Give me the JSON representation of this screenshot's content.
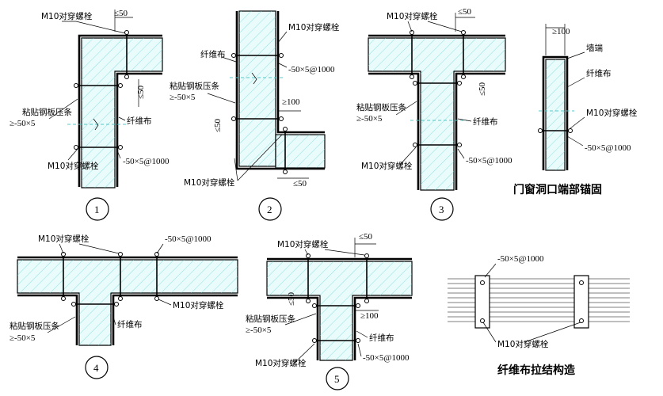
{
  "labels": {
    "m10_bolt": "M10对穿螺栓",
    "fiber_cloth": "纤维布",
    "steel_strip": "粘贴钢板压条",
    "ge_50x5": "≥-50×5",
    "strip_spacing": "-50×5@1000",
    "le_50": "≤50",
    "ge_100": "≥100",
    "wall_edge": "墙端",
    "door_window_title": "门窗洞口端部锚固",
    "tie_title": "纤维布拉结构造"
  },
  "details": [
    "1",
    "2",
    "3",
    "4",
    "5"
  ],
  "colors": {
    "concrete": "#e9fbfb",
    "hatch": "#6ad6d6",
    "line": "#000000"
  }
}
